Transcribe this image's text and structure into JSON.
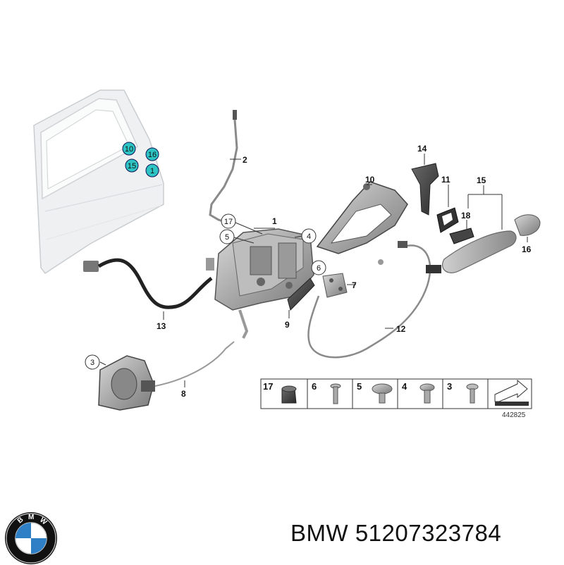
{
  "diagram": {
    "door_markers": [
      "10",
      "16",
      "15",
      "1"
    ],
    "callouts": {
      "c1": "1",
      "c2": "2",
      "c3": "3",
      "c4": "4",
      "c5": "5",
      "c6": "6",
      "c7": "7",
      "c8": "8",
      "c9": "9",
      "c10": "10",
      "c11": "11",
      "c12": "12",
      "c13": "13",
      "c14": "14",
      "c15": "15",
      "c16": "16",
      "c17": "17",
      "c18": "18"
    },
    "legend": [
      "17",
      "6",
      "5",
      "4",
      "3"
    ],
    "reference_number": "442825"
  },
  "brand": {
    "logo_letters": "BMW",
    "colors": {
      "blue": "#2f7fc6",
      "marker": "#2ec4c4"
    }
  },
  "caption": "BMW 51207323784"
}
